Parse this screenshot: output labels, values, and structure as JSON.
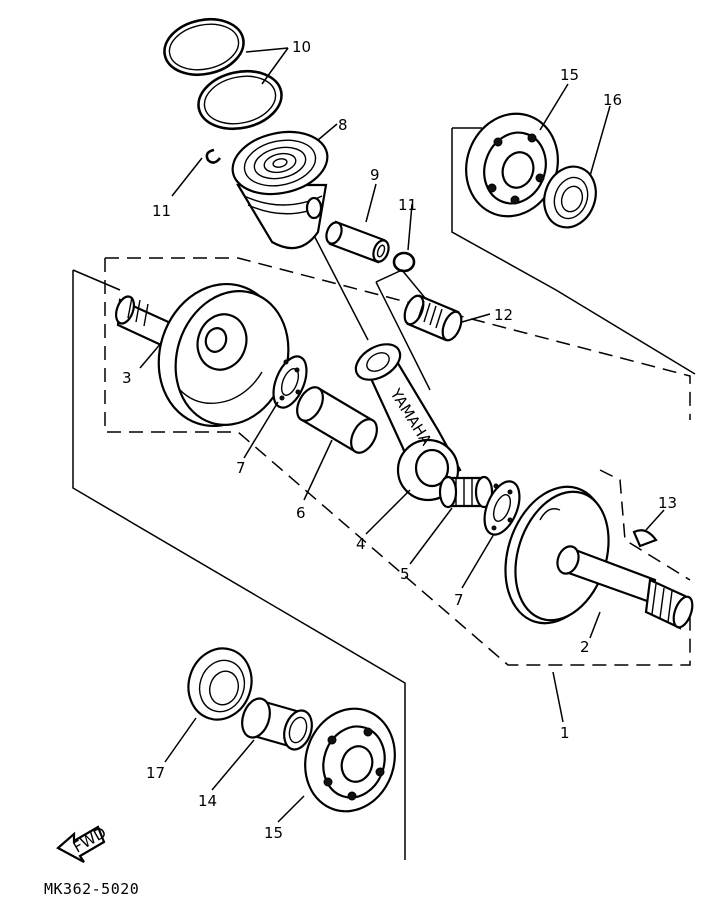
{
  "callouts": {
    "c1": "1",
    "c2": "2",
    "c3": "3",
    "c4": "4",
    "c5": "5",
    "c6": "6",
    "c7a": "7",
    "c7b": "7",
    "c8": "8",
    "c9": "9",
    "c10": "10",
    "c11a": "11",
    "c11b": "11",
    "c12": "12",
    "c13": "13",
    "c14": "14",
    "c15a": "15",
    "c15b": "15",
    "c16": "16",
    "c17": "17"
  },
  "rod_marking": "YAMAHA",
  "fwd_label": "FWD",
  "diagram_code": "MK362-5020"
}
